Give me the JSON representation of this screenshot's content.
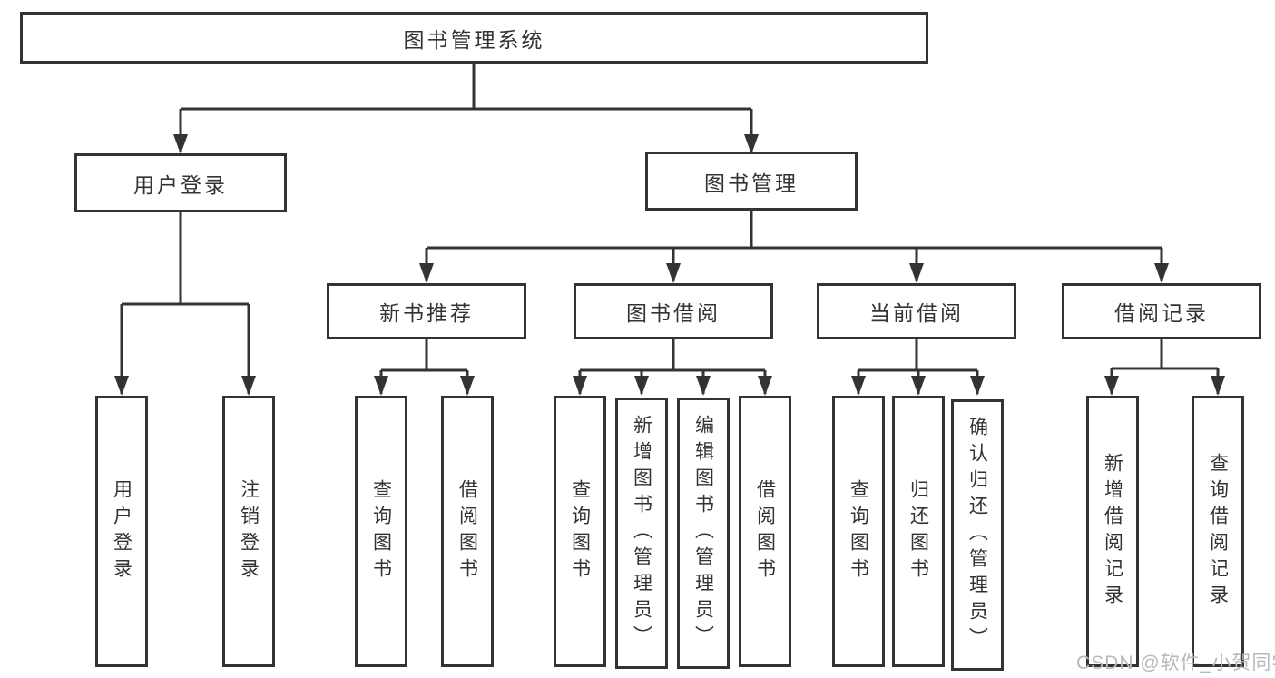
{
  "diagram": {
    "type": "tree",
    "title": "图书管理系统",
    "nodes": [
      {
        "id": "root",
        "label": "图书管理系统",
        "parent": null
      },
      {
        "id": "user-login",
        "label": "用户登录",
        "parent": "root"
      },
      {
        "id": "book-management",
        "label": "图书管理",
        "parent": "root"
      },
      {
        "id": "new-book-recommend",
        "label": "新书推荐",
        "parent": "book-management"
      },
      {
        "id": "book-borrowing",
        "label": "图书借阅",
        "parent": "book-management"
      },
      {
        "id": "current-borrowing",
        "label": "当前借阅",
        "parent": "book-management"
      },
      {
        "id": "borrowing-records",
        "label": "借阅记录",
        "parent": "book-management"
      },
      {
        "id": "user-login-leaf",
        "label": "用户登录",
        "parent": "user-login"
      },
      {
        "id": "logout",
        "label": "注销登录",
        "parent": "user-login"
      },
      {
        "id": "query-books-1",
        "label": "查询图书",
        "parent": "new-book-recommend"
      },
      {
        "id": "borrow-books-1",
        "label": "借阅图书",
        "parent": "new-book-recommend"
      },
      {
        "id": "query-books-2",
        "label": "查询图书",
        "parent": "book-borrowing"
      },
      {
        "id": "add-books-admin",
        "label": "新增图书（管理员）",
        "parent": "book-borrowing"
      },
      {
        "id": "edit-books-admin",
        "label": "编辑图书（管理员）",
        "parent": "book-borrowing"
      },
      {
        "id": "borrow-books-2",
        "label": "借阅图书",
        "parent": "book-borrowing"
      },
      {
        "id": "query-books-3",
        "label": "查询图书",
        "parent": "current-borrowing"
      },
      {
        "id": "return-books",
        "label": "归还图书",
        "parent": "current-borrowing"
      },
      {
        "id": "confirm-return-admin",
        "label": "确认归还（管理员）",
        "parent": "current-borrowing"
      },
      {
        "id": "add-borrow-record",
        "label": "新增借阅记录",
        "parent": "borrowing-records"
      },
      {
        "id": "query-borrow-record",
        "label": "查询借阅记录",
        "parent": "borrowing-records"
      }
    ]
  },
  "watermark": {
    "text": "CSDN @软件_小贺同学",
    "color": "#b5b8bd"
  },
  "colors": {
    "line": "#333333",
    "box_border": "#333333",
    "text": "#333333",
    "background": "#ffffff"
  }
}
